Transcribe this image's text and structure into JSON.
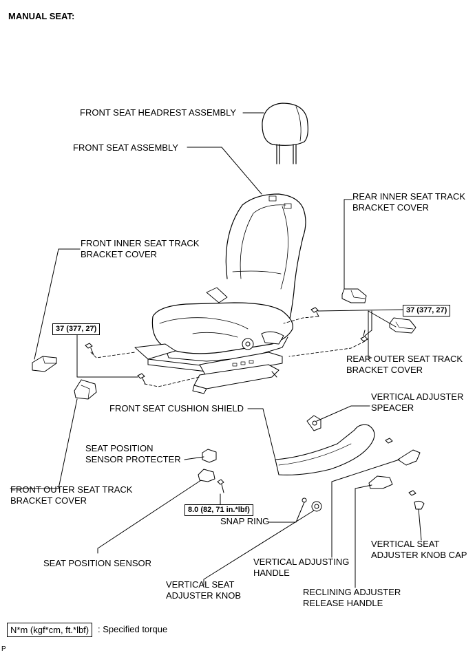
{
  "title": "MANUAL SEAT:",
  "labels": {
    "headrest": "FRONT SEAT HEADREST ASSEMBLY",
    "seat_assembly": "FRONT SEAT ASSEMBLY",
    "rear_inner_cover_1": "REAR INNER SEAT TRACK",
    "rear_inner_cover_2": "BRACKET COVER",
    "front_inner_cover_1": "FRONT INNER SEAT TRACK",
    "front_inner_cover_2": "BRACKET COVER",
    "rear_outer_cover_1": "REAR OUTER SEAT TRACK",
    "rear_outer_cover_2": "BRACKET COVER",
    "front_outer_cover_1": "FRONT OUTER SEAT TRACK",
    "front_outer_cover_2": "BRACKET COVER",
    "cushion_shield": "FRONT SEAT CUSHION SHIELD",
    "vertical_spacer_1": "VERTICAL ADJUSTER",
    "vertical_spacer_2": "SPEACER",
    "sensor_protecter_1": "SEAT POSITION",
    "sensor_protecter_2": "SENSOR PROTECTER",
    "snap_ring": "SNAP RING",
    "knob_cap_1": "VERTICAL SEAT",
    "knob_cap_2": "ADJUSTER KNOB CAP",
    "position_sensor": "SEAT POSITION SENSOR",
    "vertical_handle_1": "VERTICAL ADJUSTING",
    "vertical_handle_2": "HANDLE",
    "adjuster_knob_1": "VERTICAL SEAT",
    "adjuster_knob_2": "ADJUSTER KNOB",
    "reclining_handle_1": "RECLINING ADJUSTER",
    "reclining_handle_2": "RELEASE HANDLE"
  },
  "torques": {
    "left": "37 (377, 27)",
    "right": "37 (377, 27)",
    "sensor": "8.0 (82, 71 in.*lbf)"
  },
  "legend": {
    "unit_box": "N*m (kgf*cm, ft.*lbf)",
    "text": ": Specified torque"
  },
  "footer_code": "P"
}
